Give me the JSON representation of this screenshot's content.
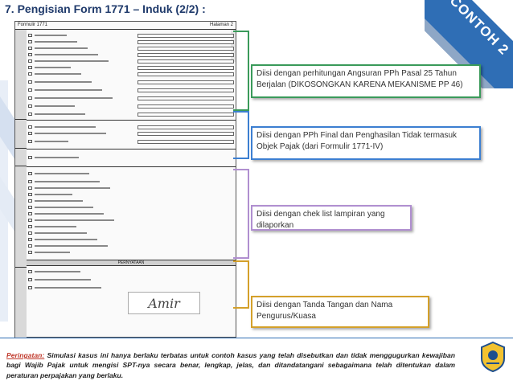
{
  "slide": {
    "title": "7. Pengisian Form 1771 – Induk (2/2) :",
    "corner_label": "CONTOH 2"
  },
  "form": {
    "form_name": "Formulir 1771",
    "page_label": "Halaman 2",
    "pernyataan_label": "PERNYATAAN",
    "signature_text": "Amir"
  },
  "callouts": [
    {
      "text": "Diisi dengan perhitungan Angsuran PPh Pasal 25 Tahun Berjalan  (DIKOSONGKAN KARENA MEKANISME PP 46)",
      "color": "#3a9a5a"
    },
    {
      "text": "Diisi dengan PPh Final dan Penghasilan Tidak termasuk Objek Pajak (dari Formulir 1771-IV)",
      "color": "#3c7fd1"
    },
    {
      "text": "Diisi dengan chek list lampiran yang dilaporkan",
      "color": "#b08fd0"
    },
    {
      "text": "Diisi dengan Tanda Tangan dan Nama Pengurus/Kuasa",
      "color": "#d4a02a"
    }
  ],
  "footer": {
    "warning_lead": "Peringatan:",
    "warning_text": " Simulasi kasus ini hanya berlaku terbatas untuk contoh kasus yang telah disebutkan dan tidak menggugurkan kewajiban bagi Wajib Pajak untuk mengisi SPT-nya secara benar, lengkap, jelas, dan ditandatangani sebagaimana telah ditentukan dalam peraturan perpajakan yang berlaku."
  },
  "colors": {
    "brand_blue": "#2f6eb5",
    "title_color": "#1f3a6b"
  }
}
